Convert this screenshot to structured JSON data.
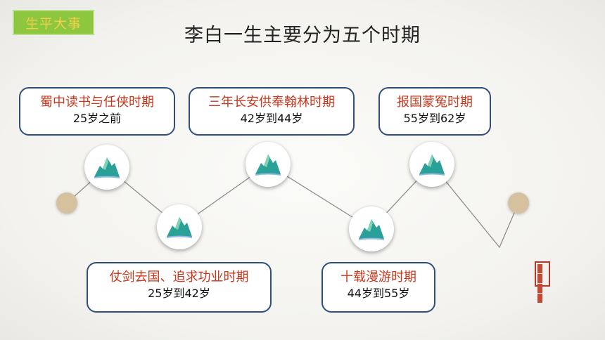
{
  "tag": "生平大事",
  "title": "李白一生主要分为五个时期",
  "periods": [
    {
      "name": "蜀中读书与任侠时期",
      "age": "25岁之前"
    },
    {
      "name": "仗剑去国、追求功业时期",
      "age": "25岁到42岁"
    },
    {
      "name": "三年长安供奉翰林时期",
      "age": "42岁到44岁"
    },
    {
      "name": "十载漫游时期",
      "age": "44岁到55岁"
    },
    {
      "name": "报国蒙冤时期",
      "age": "55岁到62岁"
    }
  ],
  "node_icon": "mountain-landscape-icon",
  "colors": {
    "tag_bg": "#8dc63f",
    "tag_text": "#f3d04a",
    "card_border": "#2f4f7a",
    "period_name": "#c9371d",
    "end_dot": "#d5c19d",
    "seal": "#b23a2a"
  }
}
